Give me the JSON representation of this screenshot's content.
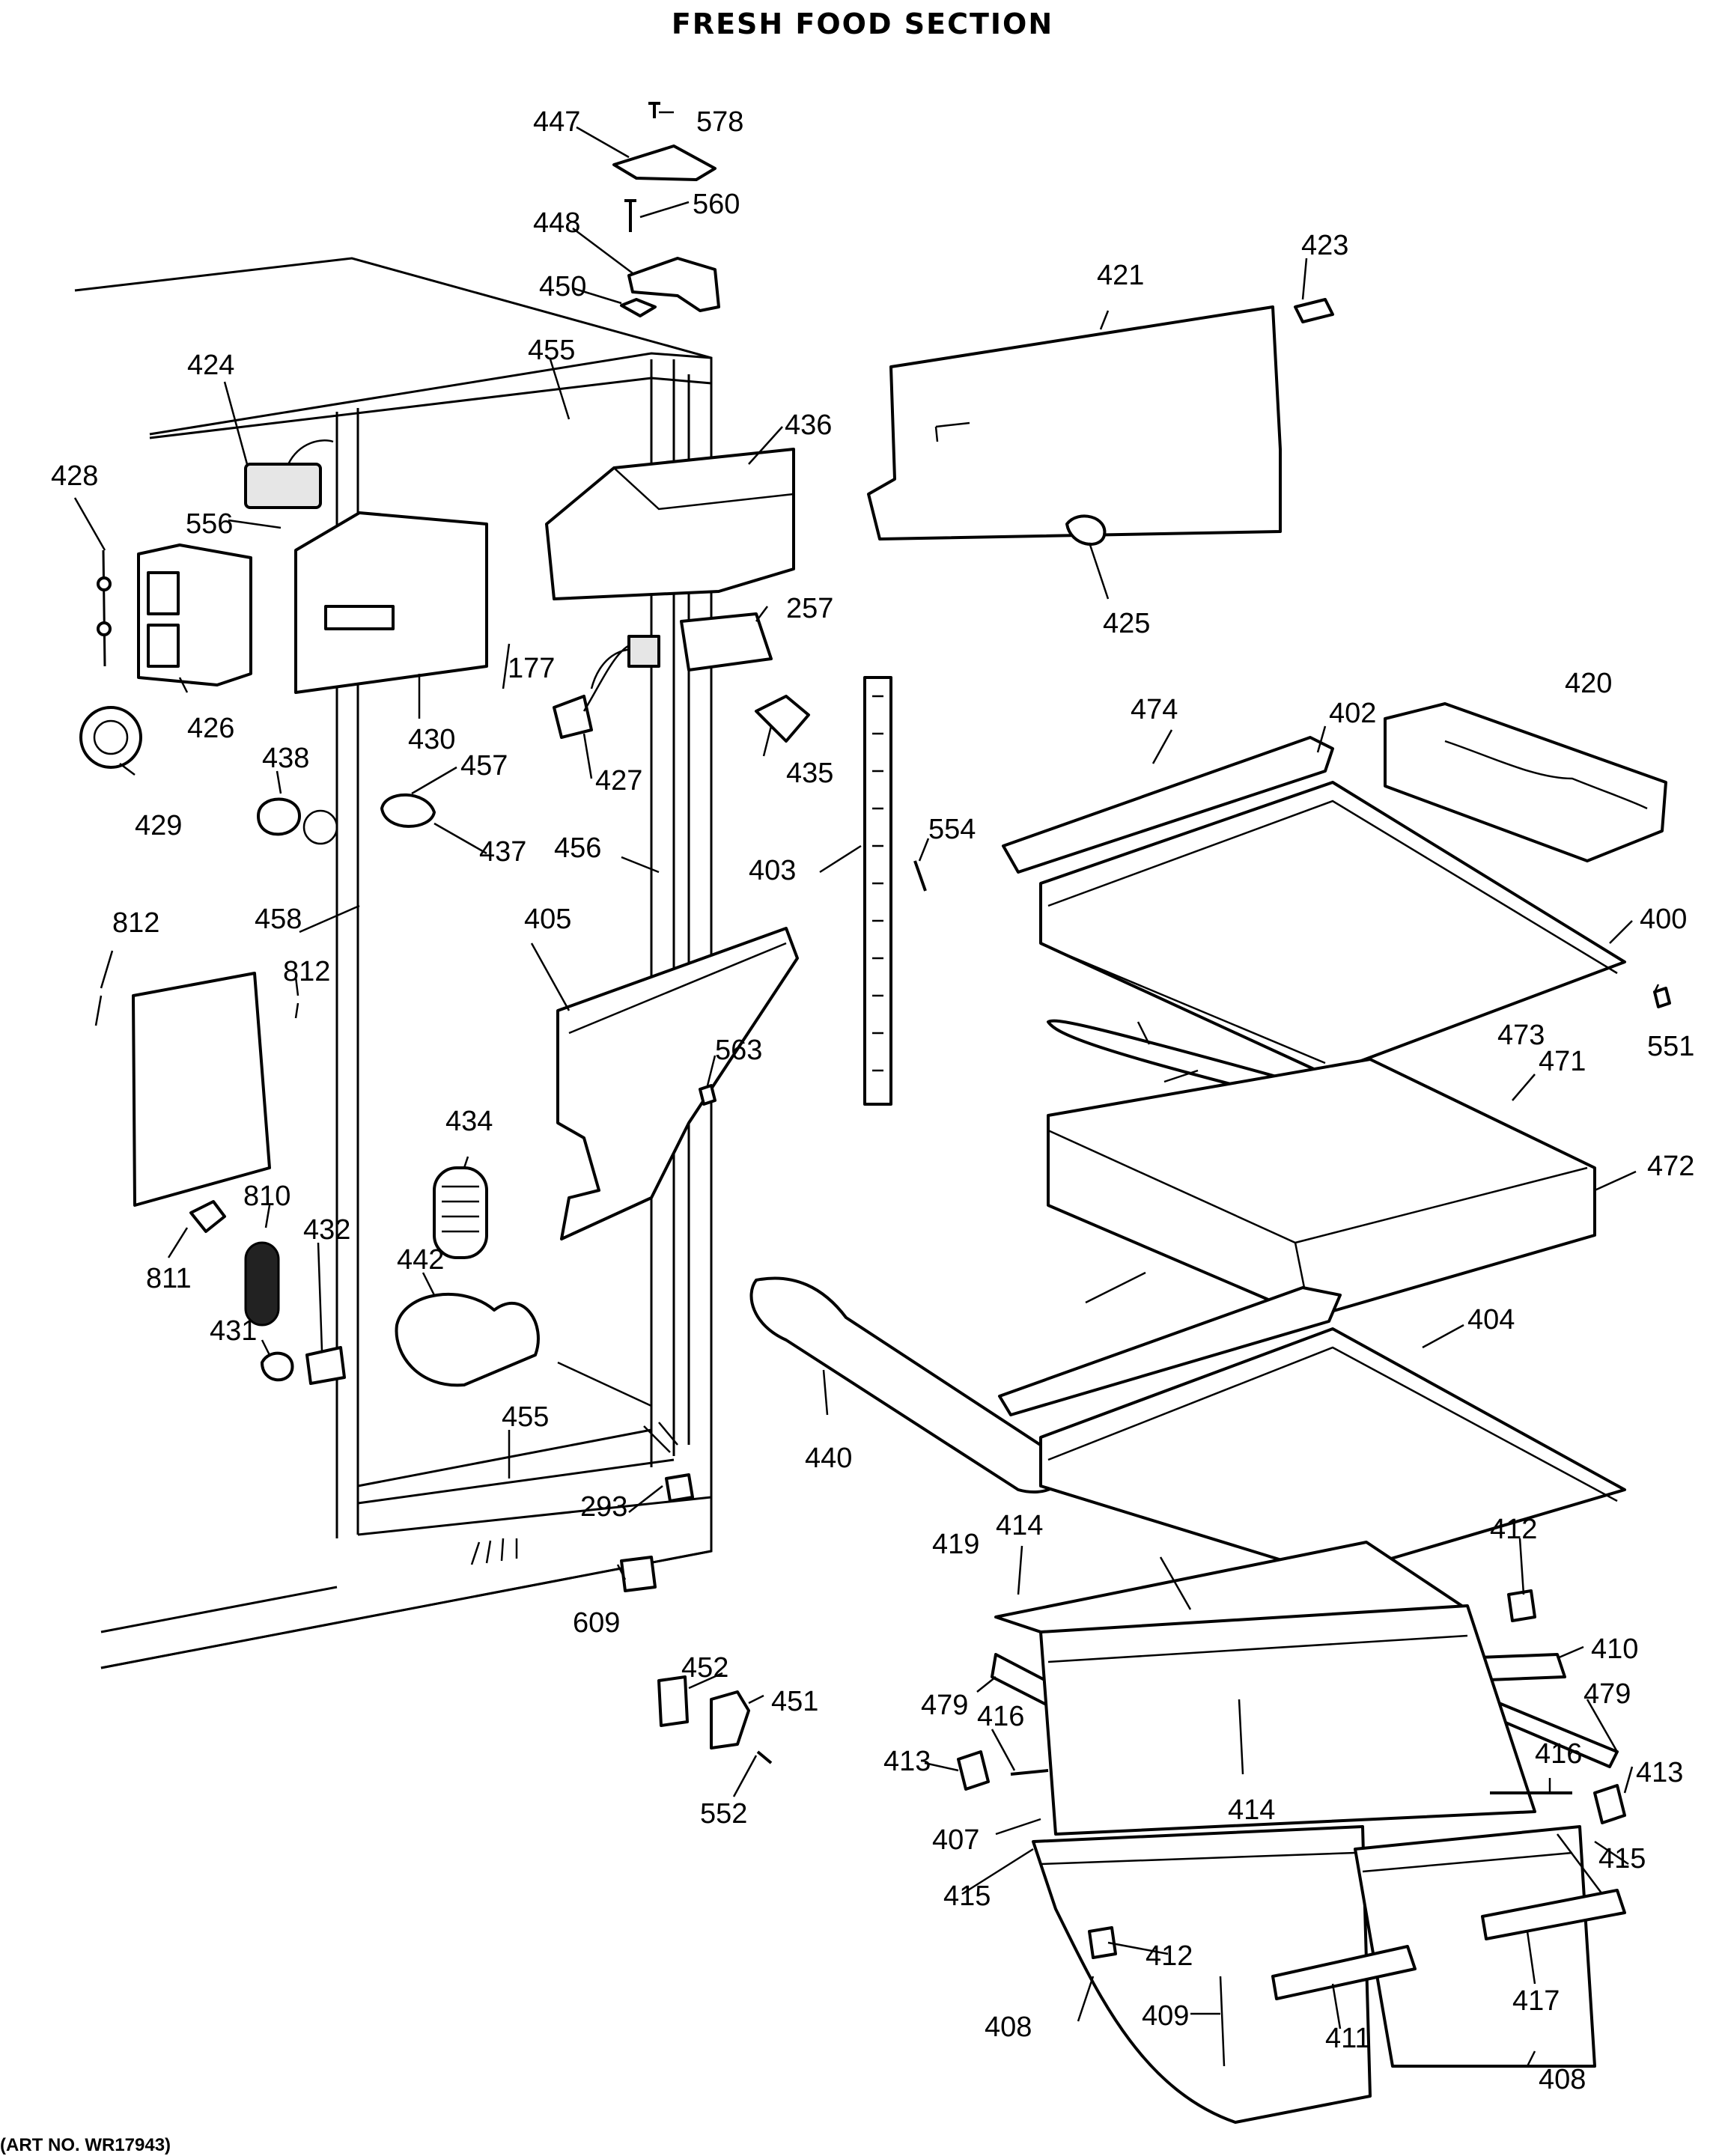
{
  "title": "FRESH FOOD SECTION",
  "art_no": "(ART NO. WR17943)",
  "callouts": [
    "447",
    "578",
    "560",
    "448",
    "450",
    "455",
    "424",
    "428",
    "556",
    "436",
    "421",
    "423",
    "425",
    "257",
    "426",
    "429",
    "430",
    "177",
    "427",
    "435",
    "438",
    "457",
    "437",
    "456",
    "403",
    "554",
    "474",
    "402",
    "420",
    "400",
    "551",
    "473",
    "471",
    "472",
    "812",
    "812",
    "458",
    "405",
    "563",
    "434",
    "810",
    "811",
    "432",
    "442",
    "431",
    "440",
    "455",
    "293",
    "404",
    "609",
    "419",
    "414",
    "412",
    "410",
    "479",
    "479",
    "416",
    "413",
    "452",
    "451",
    "552",
    "414",
    "407",
    "415",
    "416",
    "413",
    "415",
    "412",
    "417",
    "408",
    "409",
    "411",
    "408"
  ]
}
